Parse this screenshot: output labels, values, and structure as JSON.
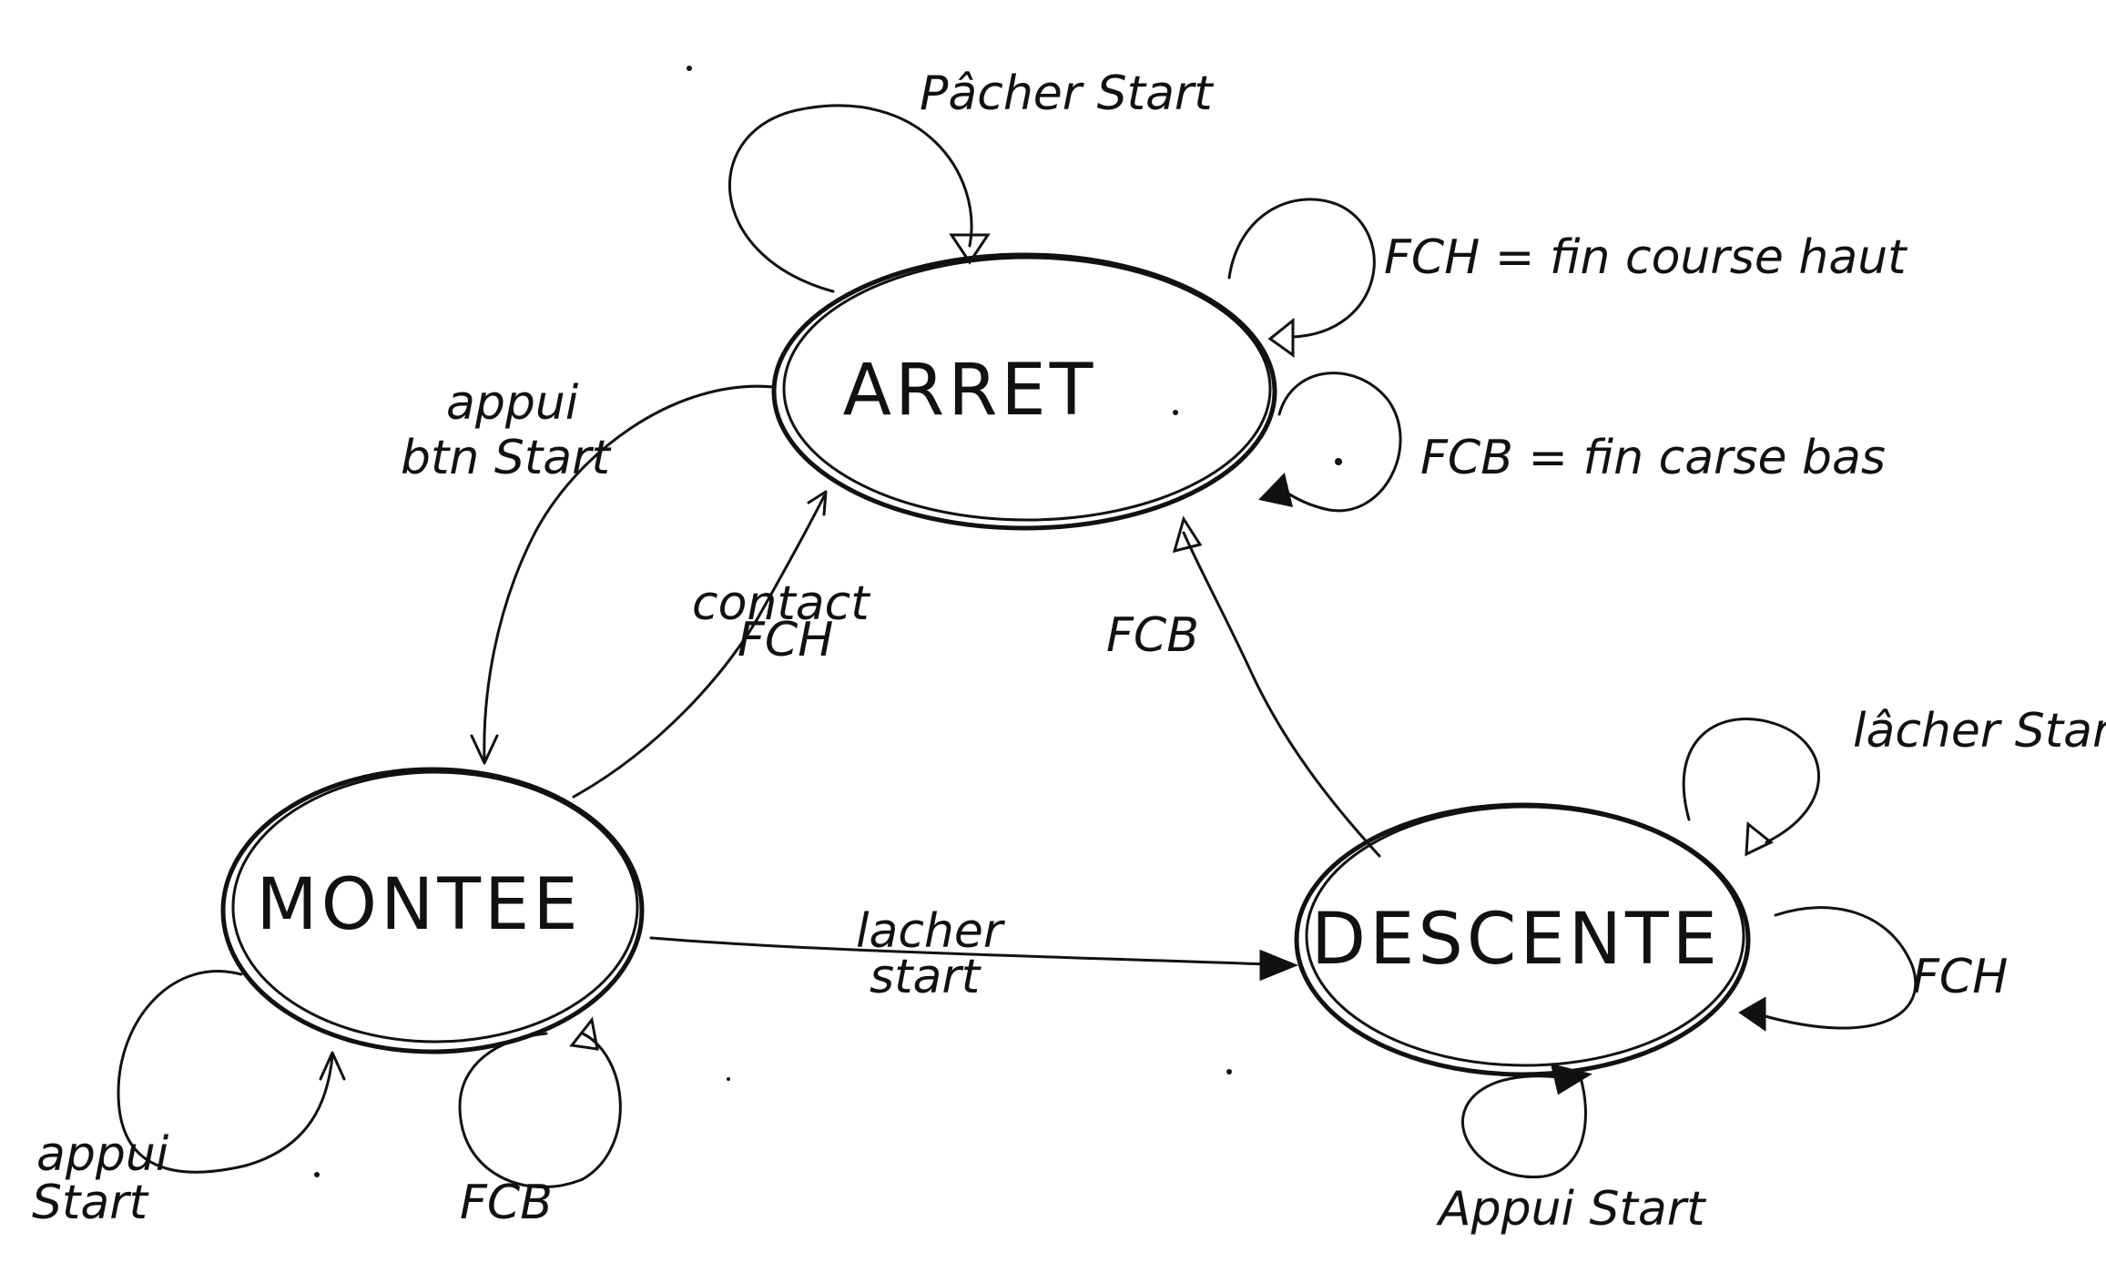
{
  "states": {
    "arret": "ARRET",
    "montee": "MONTEE",
    "descente": "DESCENTE"
  },
  "labels": {
    "arret_self_top": "Pâcher Start",
    "arret_self_fch": "FCH = fin course haut",
    "arret_self_fcb": "FCB = fin carse bas",
    "arret_to_montee_line1": "appui",
    "arret_to_montee_line2": "btn Start",
    "montee_to_arret_line1": "contact",
    "montee_to_arret_line2": "FCH",
    "descente_to_arret": "FCB",
    "montee_to_descente_line1": "lacher",
    "montee_to_descente_line2": "start",
    "descente_self_top": "lâcher Start",
    "descente_self_fch": "FCH",
    "descente_self_bottom": "Appui Start",
    "montee_self_left_line1": "appui",
    "montee_self_left_line2": "Start",
    "montee_self_fcb": "FCB"
  }
}
